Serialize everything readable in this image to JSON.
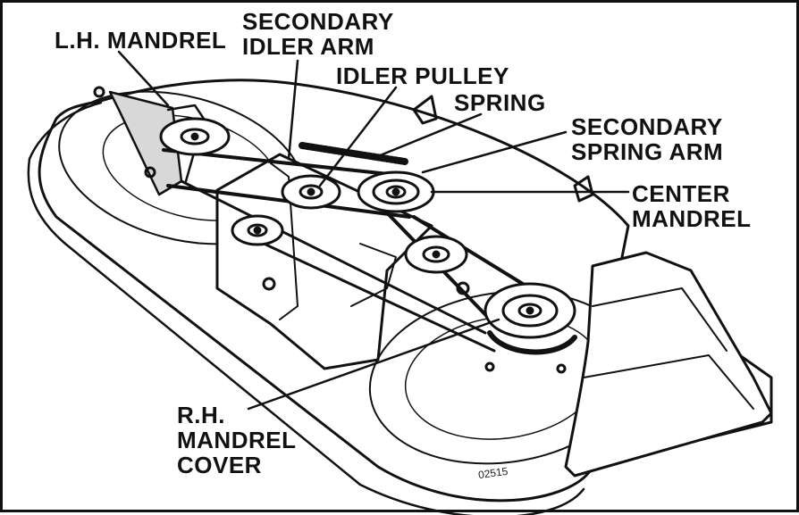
{
  "labels": {
    "lh_mandrel": [
      "L.H. MANDREL"
    ],
    "secondary_idler_arm": [
      "SECONDARY",
      "IDLER ARM"
    ],
    "idler_pulley": [
      "IDLER PULLEY"
    ],
    "spring": [
      "SPRING"
    ],
    "secondary_spring_arm": [
      "SECONDARY",
      "SPRING ARM"
    ],
    "center_mandrel": [
      "CENTER",
      "MANDREL"
    ],
    "rh_mandrel_cover": [
      "R.H.",
      "MANDREL",
      "COVER"
    ]
  },
  "figure_number": "02515",
  "colors": {
    "ink": "#111111",
    "paper": "#ffffff"
  }
}
